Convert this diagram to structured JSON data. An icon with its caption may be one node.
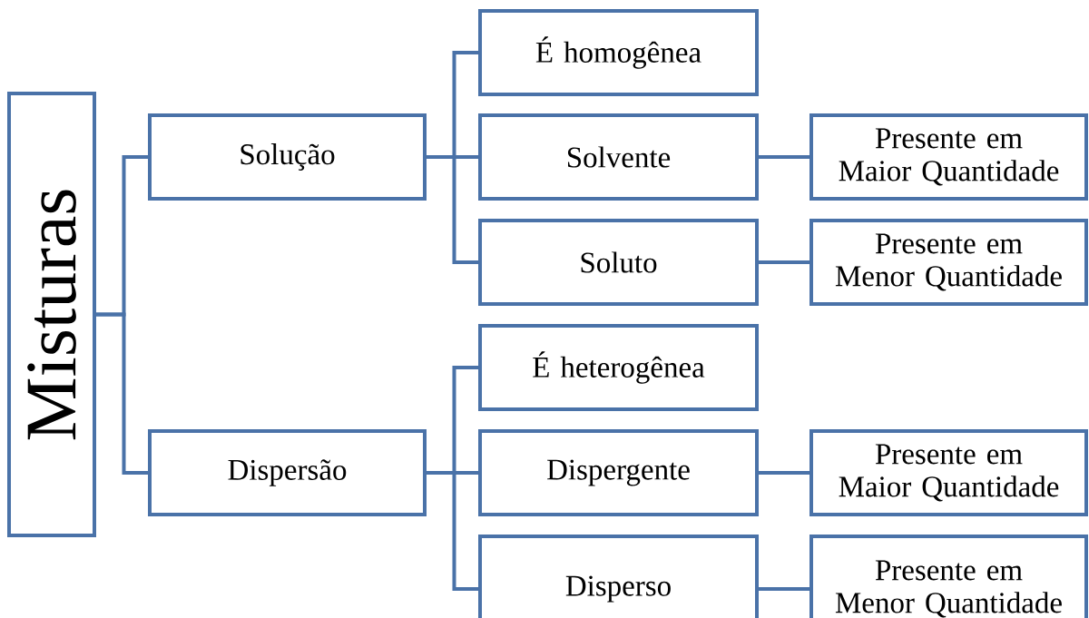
{
  "diagram": {
    "nodes": [
      {
        "text": [
          "Misturas"
        ]
      },
      {
        "text": [
          "Solução"
        ]
      },
      {
        "text": [
          "Dispersão"
        ]
      },
      {
        "text": [
          "É homogênea"
        ]
      },
      {
        "text": [
          "Solvente"
        ]
      },
      {
        "text": [
          "Soluto"
        ]
      },
      {
        "text": [
          "Presente em Maior Quantidade"
        ]
      },
      {
        "text": [
          "Presente em Menor Quantidade"
        ]
      },
      {
        "text": [
          "É heterogênea"
        ]
      },
      {
        "text": [
          "Dispergente"
        ]
      },
      {
        "text": [
          "Disperso"
        ]
      },
      {
        "text": [
          "Presente em Maior Quantidade"
        ]
      },
      {
        "text": [
          "Presente em Menor Quantidade"
        ]
      }
    ],
    "edges": [
      {
        "from": 0,
        "to": 1,
        "arrow": "none"
      },
      {
        "from": 0,
        "to": 2,
        "arrow": "none"
      },
      {
        "from": 1,
        "to": 3,
        "arrow": "none"
      },
      {
        "from": 1,
        "to": 4,
        "arrow": "none"
      },
      {
        "from": 1,
        "to": 5,
        "arrow": "none"
      },
      {
        "from": 4,
        "to": 6,
        "arrow": "none"
      },
      {
        "from": 5,
        "to": 7,
        "arrow": "none"
      },
      {
        "from": 2,
        "to": 8,
        "arrow": "none"
      },
      {
        "from": 2,
        "to": 9,
        "arrow": "none"
      },
      {
        "from": 2,
        "to": 10,
        "arrow": "none"
      },
      {
        "from": 9,
        "to": 11,
        "arrow": "none"
      },
      {
        "from": 10,
        "to": 12,
        "arrow": "none"
      }
    ]
  }
}
